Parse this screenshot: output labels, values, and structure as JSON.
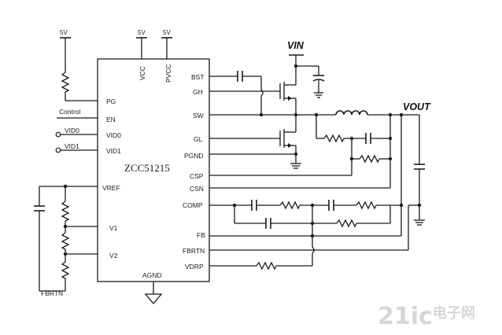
{
  "chip": {
    "name": "ZCC51215",
    "pins_left": [
      "PG",
      "EN",
      "VID0",
      "VID1",
      "VREF",
      "V1",
      "V2"
    ],
    "pins_top": [
      "VCC",
      "PVCC"
    ],
    "pins_right": [
      "BST",
      "GH",
      "SW",
      "GL",
      "PGND",
      "CSP",
      "CSN",
      "COMP",
      "FB",
      "FBRTN",
      "VDRP"
    ],
    "pin_bottom": "AGND"
  },
  "nets": {
    "vin": "VIN",
    "vout": "VOUT",
    "supply_pg": "5V",
    "supply_vcc": "5V",
    "supply_pvcc": "5V",
    "control": "Control",
    "vid0": "VID0",
    "vid1": "VID1",
    "fbrtn": "FBRTN"
  },
  "watermark": {
    "logo": "21ic",
    "text": "电子网"
  }
}
